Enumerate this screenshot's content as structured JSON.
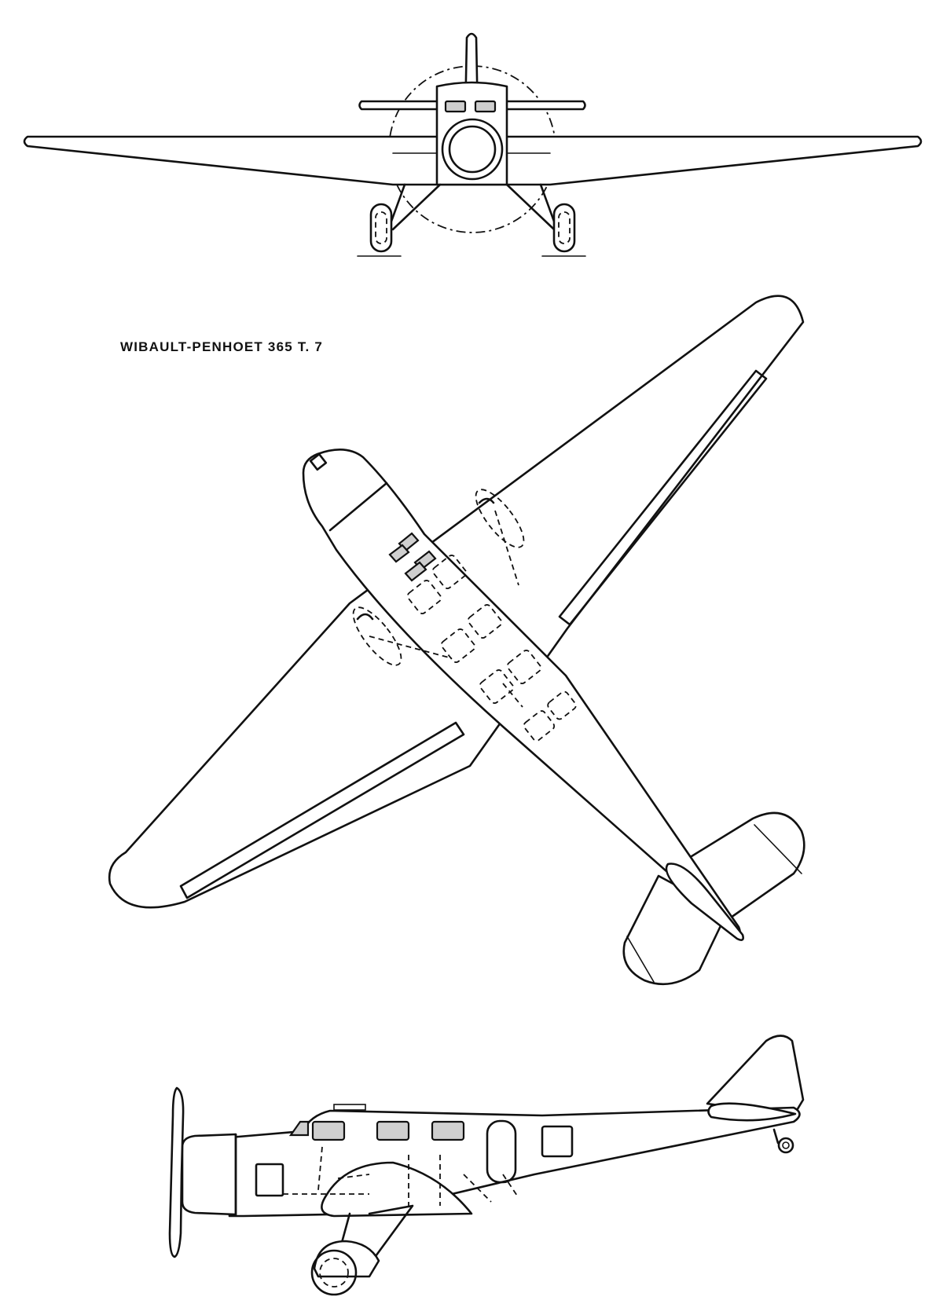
{
  "title": "WIBAULT-PENHOET 365 T. 7",
  "line_color": "#111111",
  "background": "#ffffff",
  "views": [
    "front-view",
    "plan-view",
    "side-view"
  ]
}
